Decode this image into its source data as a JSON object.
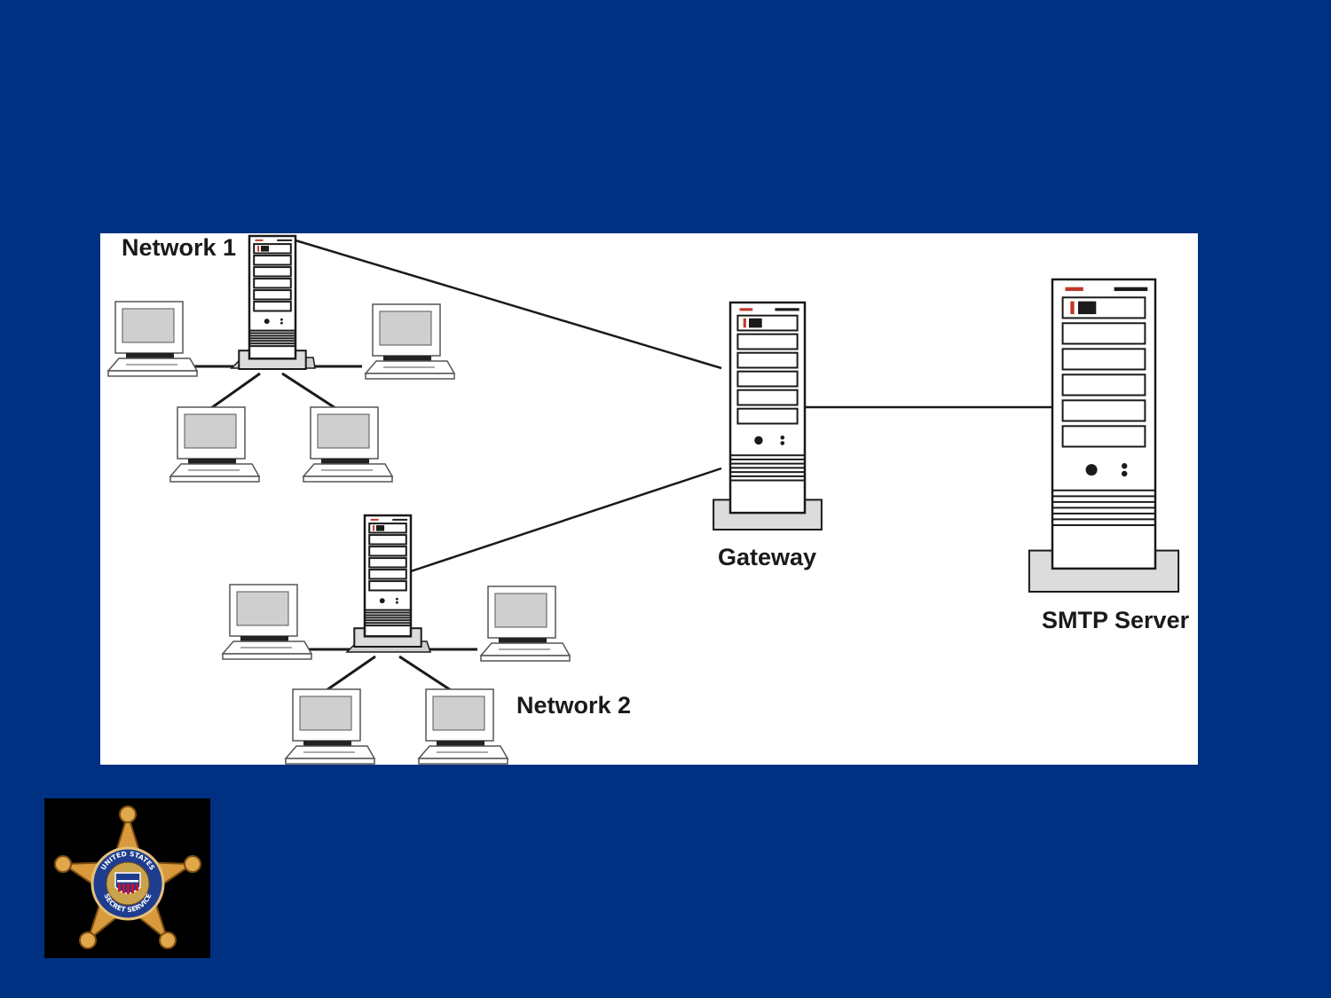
{
  "slide": {
    "background_color": "#003082"
  },
  "diagram": {
    "background_color": "#ffffff",
    "line_color": "#1a1a1a",
    "labels": {
      "network1": "Network 1",
      "network2": "Network 2",
      "gateway": "Gateway",
      "smtp_server": "SMTP Server"
    },
    "nodes": [
      {
        "id": "network1-server",
        "type": "server",
        "label_key": "network1",
        "client_count": 4
      },
      {
        "id": "network2-server",
        "type": "server",
        "label_key": "network2",
        "client_count": 4
      },
      {
        "id": "gateway-server",
        "type": "server",
        "label_key": "gateway"
      },
      {
        "id": "smtp-server",
        "type": "server",
        "label_key": "smtp_server"
      }
    ],
    "links": [
      [
        "network1-server",
        "gateway-server"
      ],
      [
        "network2-server",
        "gateway-server"
      ],
      [
        "gateway-server",
        "smtp-server"
      ]
    ],
    "icons": [
      "server-tower-icon",
      "desktop-computer-icon"
    ]
  },
  "logo": {
    "name": "secret-service-star-badge",
    "text_top": "UNITED STATES",
    "text_bottom": "SECRET SERVICE",
    "badge_color": "#d89a3c"
  }
}
